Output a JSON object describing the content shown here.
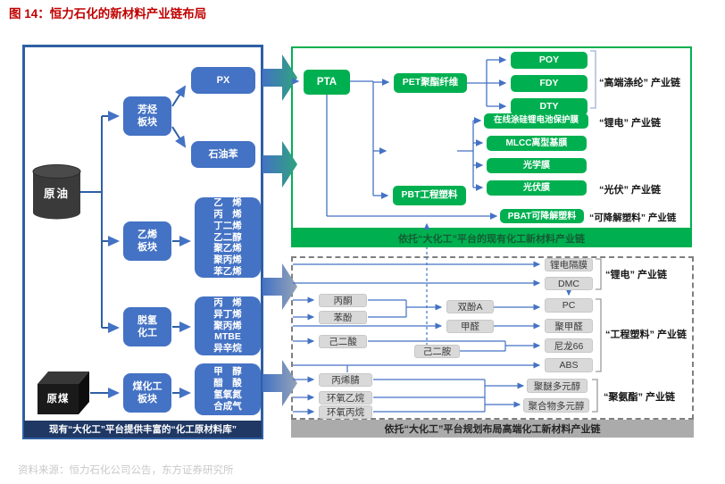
{
  "title": "图 14：恒力石化的新材料产业链布局",
  "source": "资料来源：恒力石化公司公告，东方证券研究所",
  "colors": {
    "title_red": "#C00000",
    "accent_blue": "#4472C4",
    "accent_green": "#00B050",
    "navy_banner": "#1F3864",
    "gray_banner": "#ABABAB"
  },
  "left": {
    "crude_oil": "原油",
    "raw_coal": "原煤",
    "aromatics": "芳烃\n板块",
    "ethylene": "乙烯\n板块",
    "dehydro": "脱氢\n化工",
    "coal": "煤化工\n板块",
    "px": "PX",
    "benzene": "石油苯",
    "ethylene_products": "乙　烯\n丙　烯\n丁二烯\n乙二醇\n聚乙烯\n聚丙烯\n苯乙烯",
    "dehydro_products": "丙　烯\n异丁烯\n聚丙烯\nMTBE\n异辛烷",
    "coal_products": "甲　醇\n醋　酸\n氢氧氮\n合成气",
    "banner": "现有“大化工”平台提供丰富的“化工原材料库”"
  },
  "green": {
    "pta": "PTA",
    "pet": "PET聚酯纤维",
    "poy": "POY",
    "fdy": "FDY",
    "dty": "DTY",
    "film_battery": "在线涂硅锂电池保护膜",
    "film_mlcc": "MLCC离型基膜",
    "film_optical": "光学膜",
    "film_pv": "光伏膜",
    "pbt": "PBT工程塑料",
    "pbat": "PBAT可降解塑料",
    "label_polyester": "“高端涤纶” 产业链",
    "label_lithium": "“锂电” 产业链",
    "label_pv": "“光伏” 产业链",
    "label_degradable": "“可降解塑料” 产业链",
    "banner": "依托“大化工”平台的现有化工新材料产业链"
  },
  "gray": {
    "separator": "锂电隔膜",
    "dmc": "DMC",
    "acetone": "丙酮",
    "phenol": "苯酚",
    "bpa": "双酚A",
    "formaldehyde": "甲醛",
    "adipic_acid": "己二酸",
    "hmda": "己二胺",
    "acrylonitrile": "丙烯腈",
    "eo": "环氧乙烷",
    "po": "环氧丙烷",
    "pc": "PC",
    "pom": "聚甲醛",
    "nylon66": "尼龙66",
    "abs": "ABS",
    "polyether_polyol": "聚醚多元醇",
    "polymer_polyol": "聚合物多元醇",
    "label_lithium": "“锂电” 产业链",
    "label_engineering": "“工程塑料” 产业链",
    "label_pu": "“聚氨酯” 产业链",
    "banner": "依托“大化工”平台规划布局高端化工新材料产业链"
  }
}
